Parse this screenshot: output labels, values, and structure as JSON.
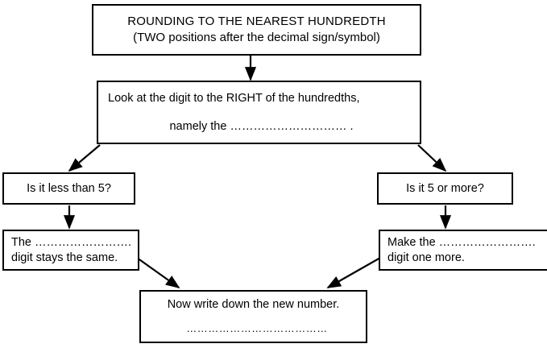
{
  "diagram": {
    "title": "ROUNDING TO THE NEAREST HUNDREDTH",
    "type": "flowchart",
    "nodes": {
      "title_box": {
        "line1": "ROUNDING TO THE NEAREST HUNDREDTH",
        "line2": "(TWO positions after the decimal sign/symbol)"
      },
      "look_box": {
        "line1": "Look at the digit to the RIGHT of the hundredths,",
        "line2": "namely the ………………………… ."
      },
      "less_than_five": {
        "label": "Is it less than 5?"
      },
      "five_or_more": {
        "label": "Is it 5 or more?"
      },
      "stays_same": {
        "line1": "The …………………….",
        "line2": "digit stays the same."
      },
      "one_more": {
        "line1": "Make the …………………….",
        "line2": "digit one more."
      },
      "write_down": {
        "line1": "Now write down the new number.",
        "line2": "…………………………………"
      }
    },
    "connectors": [
      {
        "name": "title-to-look",
        "from": "title_box",
        "to": "look_box",
        "style": "straight-down"
      },
      {
        "name": "look-to-less",
        "from": "look_box",
        "to": "less_than_five",
        "style": "diagonal-left"
      },
      {
        "name": "look-to-more",
        "from": "look_box",
        "to": "five_or_more",
        "style": "diagonal-right"
      },
      {
        "name": "less-to-same",
        "from": "less_than_five",
        "to": "stays_same",
        "style": "straight-down"
      },
      {
        "name": "more-to-onemore",
        "from": "five_or_more",
        "to": "one_more",
        "style": "straight-down"
      },
      {
        "name": "same-to-write",
        "from": "stays_same",
        "to": "write_down",
        "style": "diagonal-right"
      },
      {
        "name": "onemore-to-write",
        "from": "one_more",
        "to": "write_down",
        "style": "diagonal-left"
      }
    ],
    "colors": {
      "background": "#ffffff",
      "border": "#000000",
      "text": "#000000",
      "arrow": "#000000"
    }
  }
}
